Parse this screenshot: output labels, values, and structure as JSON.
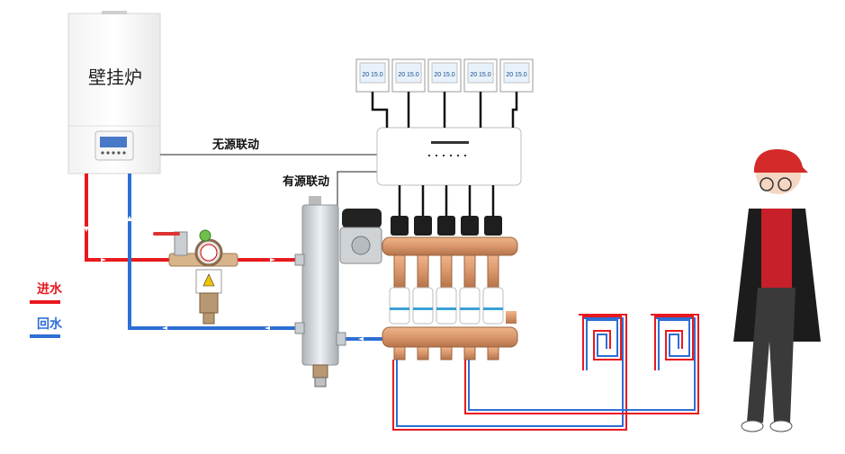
{
  "boiler": {
    "label": "壁挂炉"
  },
  "links": {
    "passive": "无源联动",
    "active": "有源联动"
  },
  "legend": {
    "supply": {
      "label": "进水",
      "color": "#e8191e"
    },
    "return": {
      "label": "回水",
      "color": "#2d6fd4"
    }
  },
  "thermostats": [
    {
      "display": "20 15.0"
    },
    {
      "display": "20 15.0"
    },
    {
      "display": "20 15.0"
    },
    {
      "display": "20 15.0"
    },
    {
      "display": "20 15.0"
    }
  ],
  "colors": {
    "copper": "#d9966b",
    "pipe_supply": "#e8191e",
    "pipe_return": "#2d6fd4",
    "device_white": "#ffffff",
    "steel": "#c9ced3"
  }
}
